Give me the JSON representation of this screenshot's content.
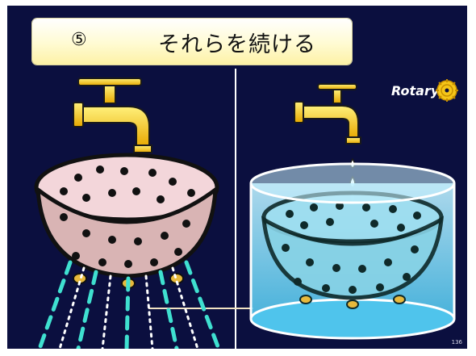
{
  "slide": {
    "number_glyph": "⑤",
    "title": "それらを続ける",
    "page_number": "136",
    "background_color": "#0b0f3f"
  },
  "logo": {
    "wordmark": "Rotary",
    "icon": "rotary-wheel-icon",
    "color": "#f5c518"
  },
  "illustration": {
    "left": "faucet dripping into a colander; water pours out through holes",
    "right": "faucet dripping into a colander submerged in a tub of water"
  }
}
